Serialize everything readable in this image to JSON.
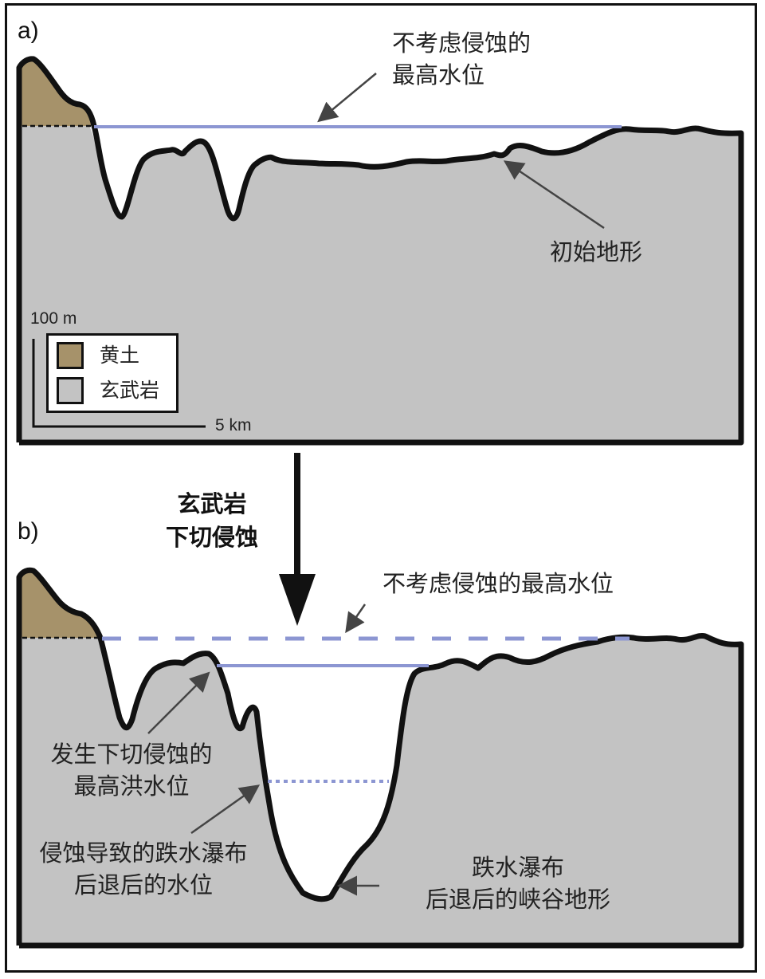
{
  "panels": {
    "a": {
      "label": "a)",
      "max_level_label": [
        "不考虑侵蚀的",
        "最高水位"
      ],
      "initial_terrain_label": "初始地形",
      "legend": {
        "items": [
          {
            "label": "黄土",
            "color": "#a6926a"
          },
          {
            "label": "玄武岩",
            "color": "#c3c3c3"
          }
        ]
      },
      "scale": {
        "vertical": "100 m",
        "horizontal": "5 km"
      }
    },
    "transition": {
      "label": [
        "玄武岩",
        "下切侵蚀"
      ]
    },
    "b": {
      "label": "b)",
      "max_level_label": "不考虑侵蚀的最高水位",
      "flood_level_label": [
        "发生下切侵蚀的",
        "最高洪水位"
      ],
      "retreat_level_label": [
        "侵蚀导致的跌水瀑布",
        "后退后的水位"
      ],
      "canyon_label": [
        "跌水瀑布",
        "后退后的峡谷地形"
      ]
    }
  },
  "colors": {
    "loess": "#a6926a",
    "basalt": "#c3c3c3",
    "water_line": "#8c96d2",
    "outline": "#111111",
    "arrow": "#444444"
  }
}
